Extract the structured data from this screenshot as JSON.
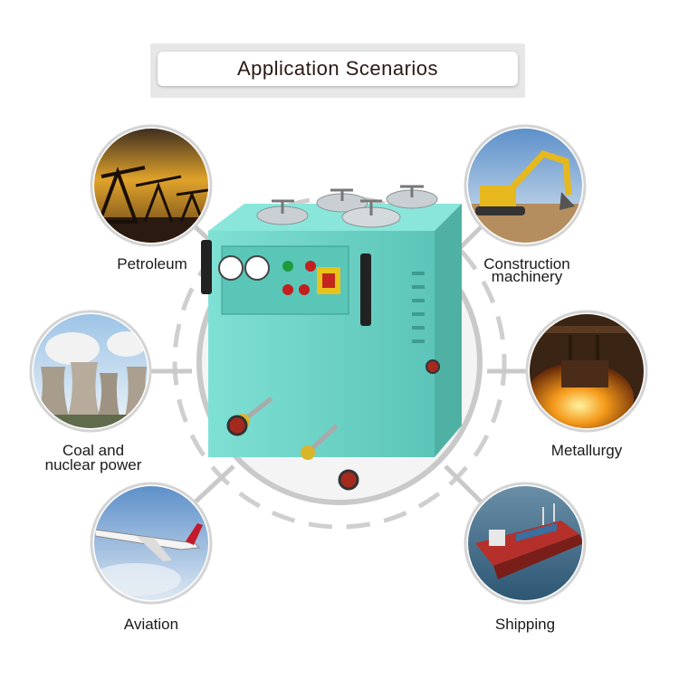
{
  "title": "Application Scenarios",
  "scenarios": [
    {
      "label": "Petroleum",
      "icon": "oil-pumpjack-image"
    },
    {
      "label": "Construction\nmachinery",
      "label_lines": [
        "Construction",
        "machinery"
      ],
      "icon": "excavator-image"
    },
    {
      "label": "Coal and nuclear power",
      "label_lines": [
        "Coal and",
        "nuclear power"
      ],
      "icon": "cooling-towers-image"
    },
    {
      "label": "Metallurgy",
      "icon": "molten-steel-image"
    },
    {
      "label": "Aviation",
      "icon": "airplane-image"
    },
    {
      "label": "Shipping",
      "icon": "cargo-ship-image"
    }
  ],
  "product": {
    "icon": "oil-filter-machine-image",
    "color": "#6fd3c8"
  },
  "colors": {
    "ring": "#c8c8c8",
    "circle_border": "#cfcfcf",
    "title_text": "#2a1a14"
  }
}
